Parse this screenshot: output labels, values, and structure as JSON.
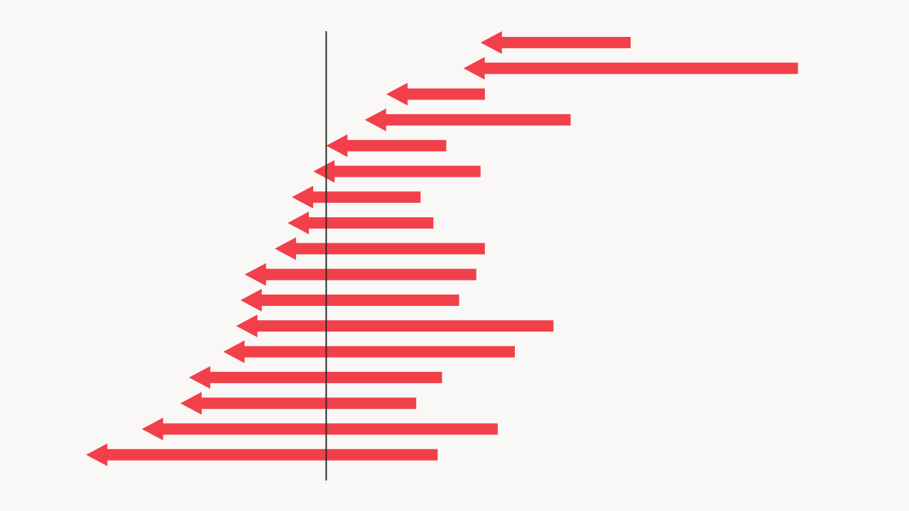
{
  "colors": {
    "background": "#f9f8f6",
    "arrow": "#f2404a",
    "reference_line": "#2b2b2b"
  },
  "chart_data": {
    "type": "arrow",
    "direction": "right-to-left",
    "title": "",
    "xlabel": "",
    "ylabel": "",
    "grid": false,
    "legend": "none",
    "xlim": [
      -6,
      12
    ],
    "reference_x": 0,
    "arrows": [
      {
        "start": 7.1,
        "end": 3.6
      },
      {
        "start": 11.0,
        "end": 3.2
      },
      {
        "start": 3.7,
        "end": 1.4
      },
      {
        "start": 5.7,
        "end": 0.9
      },
      {
        "start": 2.8,
        "end": 0.0
      },
      {
        "start": 3.6,
        "end": -0.3
      },
      {
        "start": 2.2,
        "end": -0.8
      },
      {
        "start": 2.5,
        "end": -0.9
      },
      {
        "start": 3.7,
        "end": -1.2
      },
      {
        "start": 3.5,
        "end": -1.9
      },
      {
        "start": 3.1,
        "end": -2.0
      },
      {
        "start": 5.3,
        "end": -2.1
      },
      {
        "start": 4.4,
        "end": -2.4
      },
      {
        "start": 2.7,
        "end": -3.2
      },
      {
        "start": 2.1,
        "end": -3.4
      },
      {
        "start": 4.0,
        "end": -4.3
      },
      {
        "start": 2.6,
        "end": -5.6
      }
    ]
  }
}
